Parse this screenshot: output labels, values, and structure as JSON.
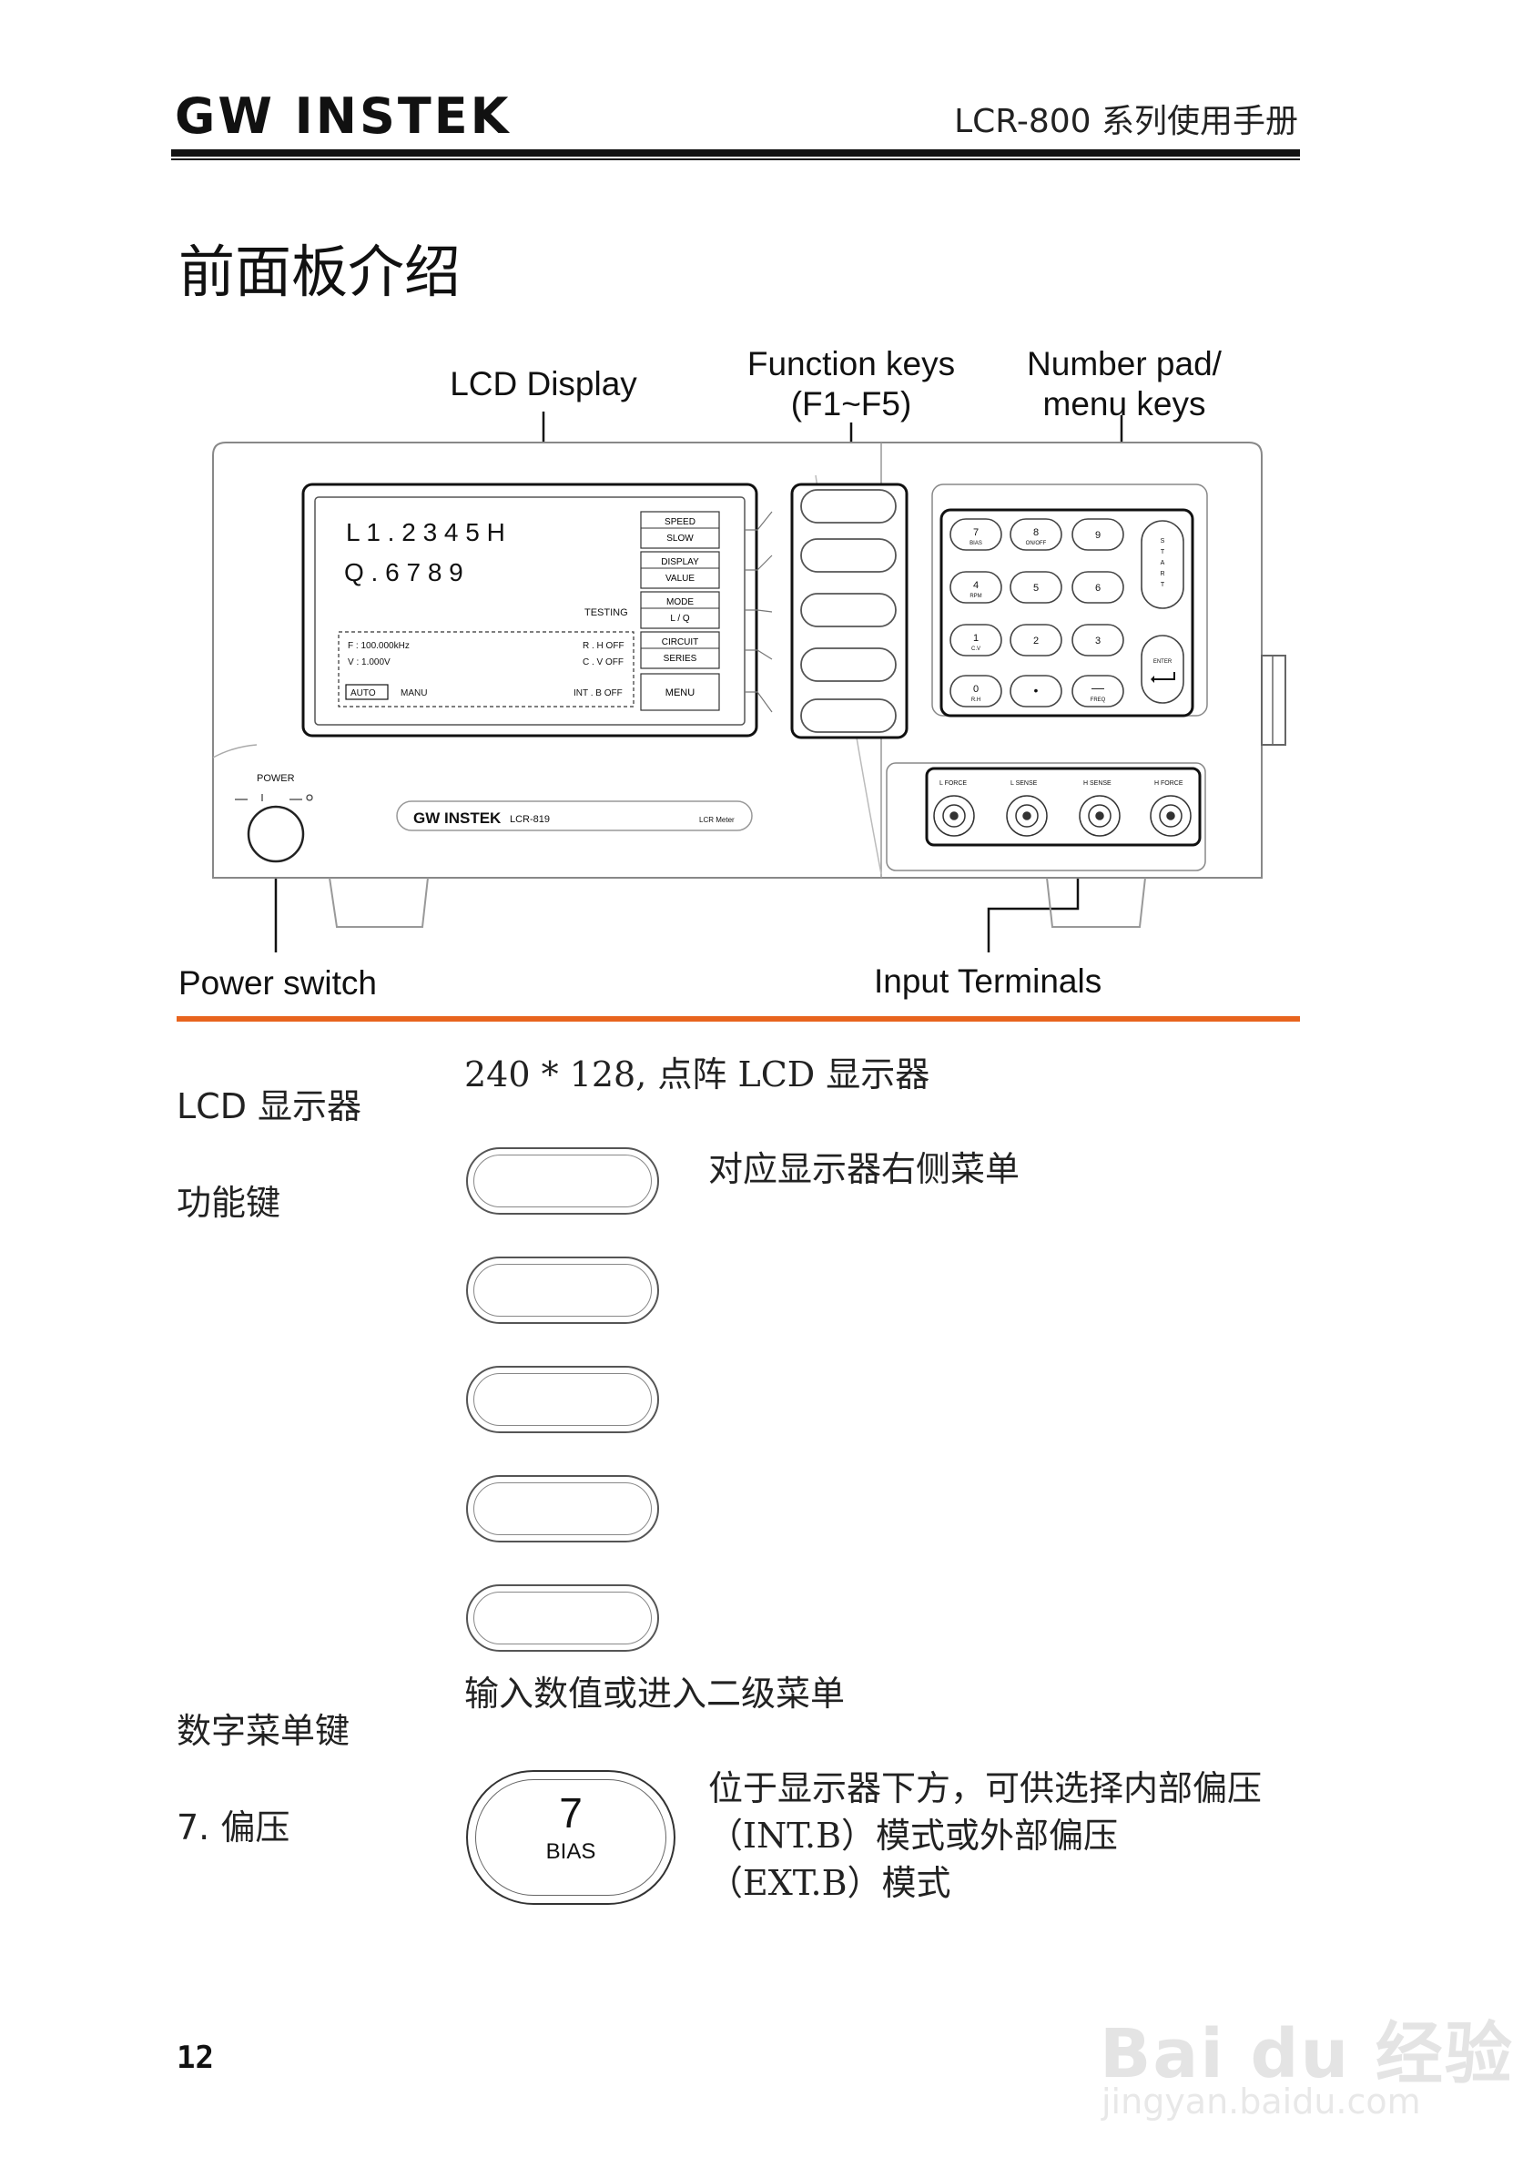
{
  "header": {
    "logo": "GW INSTEK",
    "manual_title": "LCR-800 系列使用手册"
  },
  "page_heading": "前面板介绍",
  "callouts": {
    "lcd_display": "LCD Display",
    "function_keys_line1": "Function keys",
    "function_keys_line2": "(F1~F5)",
    "number_pad_line1": "Number pad/",
    "number_pad_line2": "menu keys",
    "power_switch": "Power switch",
    "input_terminals": "Input Terminals"
  },
  "lcd": {
    "line1": "L 1 . 2 3 4 5  H",
    "line2": "Q . 6 7 8 9",
    "testing": "TESTING",
    "freq": "F : 100.000kHz",
    "volt": "V : 1.000V",
    "rh": "R . H OFF",
    "cv": "C . V OFF",
    "intb": "INT . B OFF",
    "auto": "AUTO",
    "manu": "MANU",
    "menu": [
      {
        "top": "SPEED",
        "bottom": "SLOW"
      },
      {
        "top": "DISPLAY",
        "bottom": "VALUE"
      },
      {
        "top": "MODE",
        "bottom": "L / Q"
      },
      {
        "top": "CIRCUIT",
        "bottom": "SERIES"
      },
      {
        "top": "MENU",
        "bottom": ""
      }
    ]
  },
  "keypad": {
    "keys": [
      {
        "num": "7",
        "sub": "BIAS"
      },
      {
        "num": "8",
        "sub": "ON/OFF"
      },
      {
        "num": "9",
        "sub": ""
      },
      {
        "num": "4",
        "sub": "RPM"
      },
      {
        "num": "5",
        "sub": ""
      },
      {
        "num": "6",
        "sub": ""
      },
      {
        "num": "1",
        "sub": "C.V"
      },
      {
        "num": "2",
        "sub": ""
      },
      {
        "num": "3",
        "sub": ""
      },
      {
        "num": "0",
        "sub": "R.H"
      },
      {
        "num": "•",
        "sub": ""
      },
      {
        "num": "—",
        "sub": "FREQ"
      }
    ],
    "start_letters": [
      "S",
      "T",
      "A",
      "R",
      "T"
    ],
    "enter": "ENTER"
  },
  "panel": {
    "power": "POWER",
    "model_logo": "GW INSTEK",
    "model": "LCR-819",
    "device_type": "LCR  Meter",
    "terminals": [
      "L FORCE",
      "L SENSE",
      "H SENSE",
      "H FORCE"
    ]
  },
  "items": {
    "lcd_term": "LCD 显示器",
    "lcd_desc": "240 * 128, 点阵 LCD 显示器",
    "fkey_term": "功能键",
    "fkey_desc": "对应显示器右侧菜单",
    "numkey_term": "数字菜单键",
    "numkey_desc": "输入数值或进入二级菜单",
    "bias_term": "7. 偏压",
    "bias_key_num": "7",
    "bias_key_label": "BIAS",
    "bias_desc_1": "位于显示器下方，可供选择内部偏压",
    "bias_desc_2": "（INT.B）模式或外部偏压",
    "bias_desc_3": "（EXT.B）模式"
  },
  "page_number": "12",
  "watermark": {
    "brand": "Bai du 经验",
    "url": "jingyan.baidu.com"
  }
}
